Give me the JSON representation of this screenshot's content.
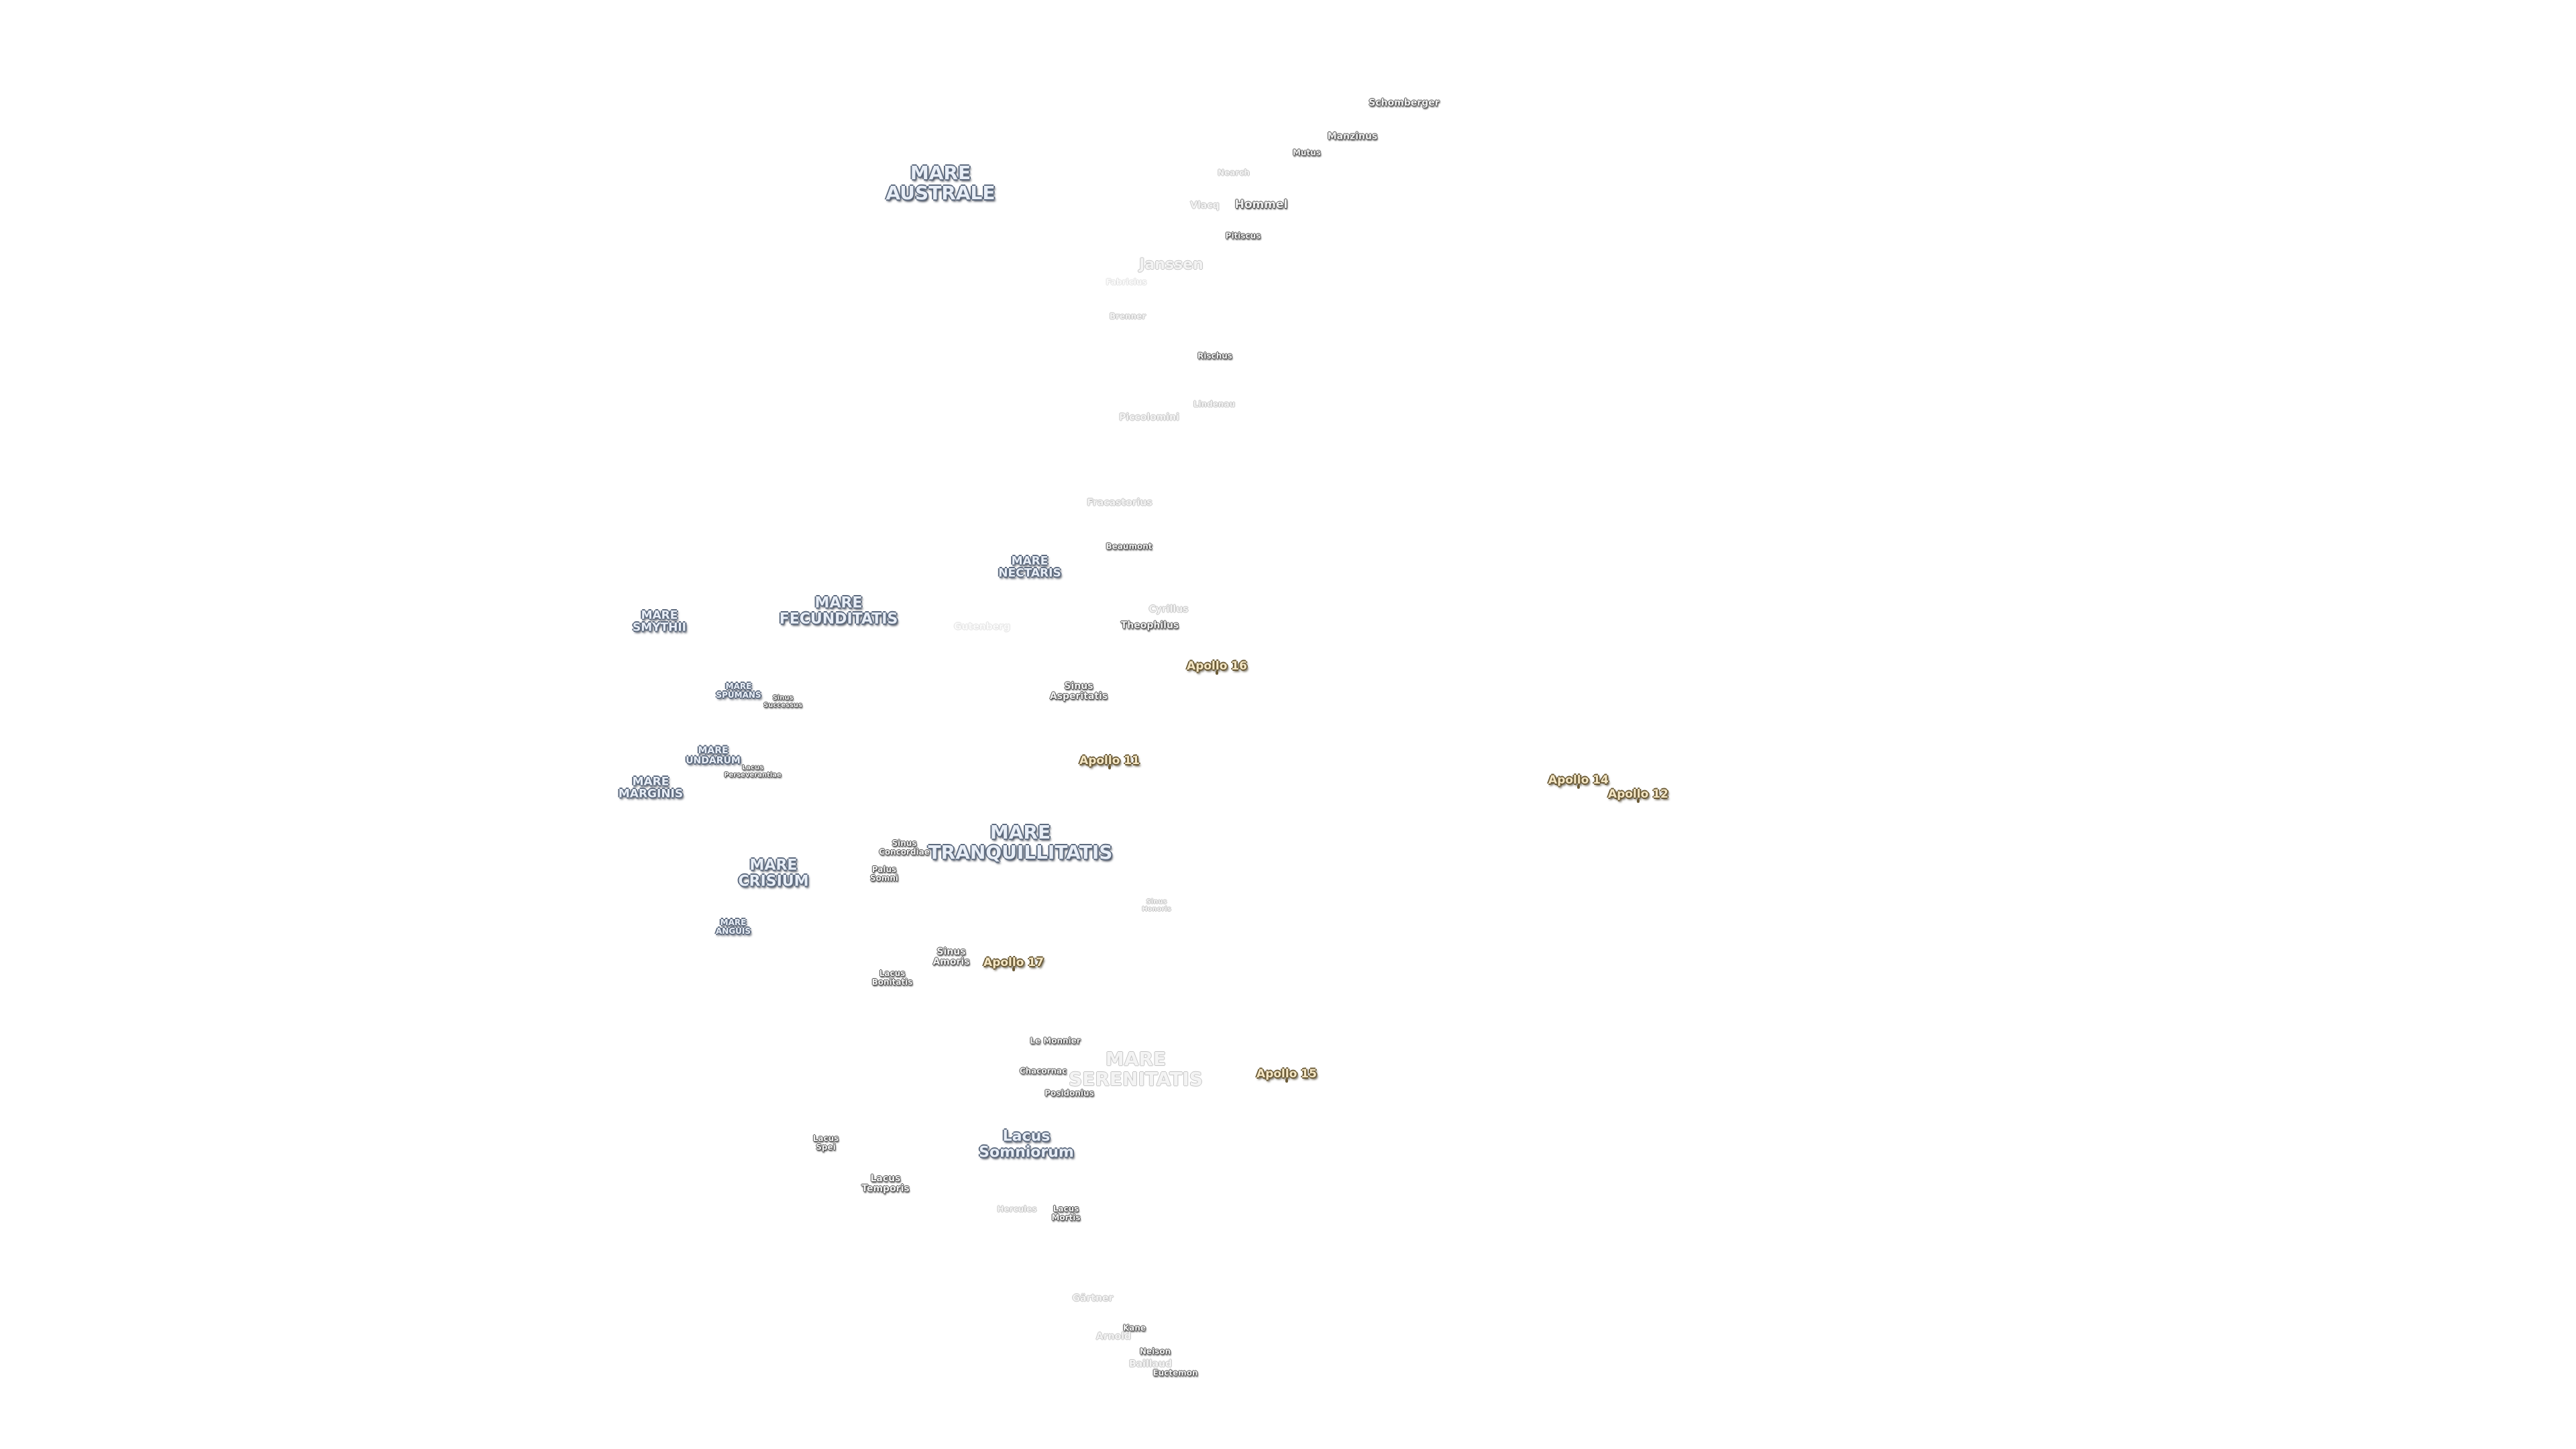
{
  "map": {
    "labels": {
      "schomberger": "Schomberger",
      "manzinus": "Manzinus",
      "mutus": "Mutus",
      "nearch": "Nearch",
      "vlacq": "Vlacq",
      "hommel": "Hommel",
      "pitiscus": "Pitiscus",
      "janssen": "Janssen",
      "fabricius": "Fabricius",
      "brenner": "Brenner",
      "rischus": "Rischus",
      "lindenau": "Lindenau",
      "piccolomini": "Piccolomini",
      "fracastorius": "Fracastorius",
      "beaumont": "Beaumont",
      "cyrillus": "Cyrillus",
      "theophilus": "Theophilus",
      "gutenberg": "Gutenberg",
      "mare_australe": [
        "MARE",
        "AUSTRALE"
      ],
      "mare_nectaris": [
        "MARE",
        "NECTARIS"
      ],
      "mare_fecunditatis": [
        "MARE",
        "FECUNDITATIS"
      ],
      "mare_smythii": [
        "MARE",
        "SMYTHII"
      ],
      "mare_spumans": [
        "MARE",
        "SPUMANS"
      ],
      "sinus_successus": [
        "Sinus",
        "Successus"
      ],
      "sinus_asperitatis": [
        "Sinus",
        "Asperitatis"
      ],
      "mare_undarum": [
        "MARE",
        "UNDARUM"
      ],
      "lacus_perseverantiae": [
        "Lacus",
        "Perseverantiae"
      ],
      "mare_marginis": [
        "MARE",
        "MARGINIS"
      ],
      "sinus_concordiae": [
        "Sinus",
        "Concordiae"
      ],
      "palus_somni": [
        "Palus",
        "Somni"
      ],
      "mare_tranquillitatis": [
        "MARE",
        "TRANQUILLITATIS"
      ],
      "mare_crisium": [
        "MARE",
        "CRISIUM"
      ],
      "sinus_honoris": [
        "Sinus",
        "Honoris"
      ],
      "mare_anguis": [
        "MARE",
        "ANGUIS"
      ],
      "sinus_amoris": [
        "Sinus",
        "Amoris"
      ],
      "lacus_bonitatis": [
        "Lacus",
        "Bonitatis"
      ],
      "le_monnier": "Le Monnier",
      "chacornac": "Chacornac",
      "posidonius": "Posidonius",
      "mare_serenitatis": [
        "MARE",
        "SERENITATIS"
      ],
      "lacus_spei": [
        "Lacus",
        "Spei"
      ],
      "lacus_somniorum": [
        "Lacus",
        "Somniorum"
      ],
      "lacus_temporis": [
        "Lacus",
        "Temporis"
      ],
      "hercules": "Hercules",
      "lacus_mortis": [
        "Lacus",
        "Mortis"
      ],
      "gartner": "Gärtner",
      "kane": "Kane",
      "arnold": "Arnold",
      "neison": "Neison",
      "baillaud": "Baillaud",
      "euctemon": "Euctemon"
    },
    "landing_sites": {
      "apollo_11": "Apollo 11",
      "apollo_12": "Apollo 12",
      "apollo_14": "Apollo 14",
      "apollo_15": "Apollo 15",
      "apollo_16": "Apollo 16",
      "apollo_17": "Apollo 17"
    },
    "colors": {
      "mare_outline": "#5d6a7e",
      "crater_outline": "#505050",
      "apollo_fill": "#f5e7c5",
      "apollo_outline": "#6a5a36",
      "background": "#ffffff"
    }
  }
}
